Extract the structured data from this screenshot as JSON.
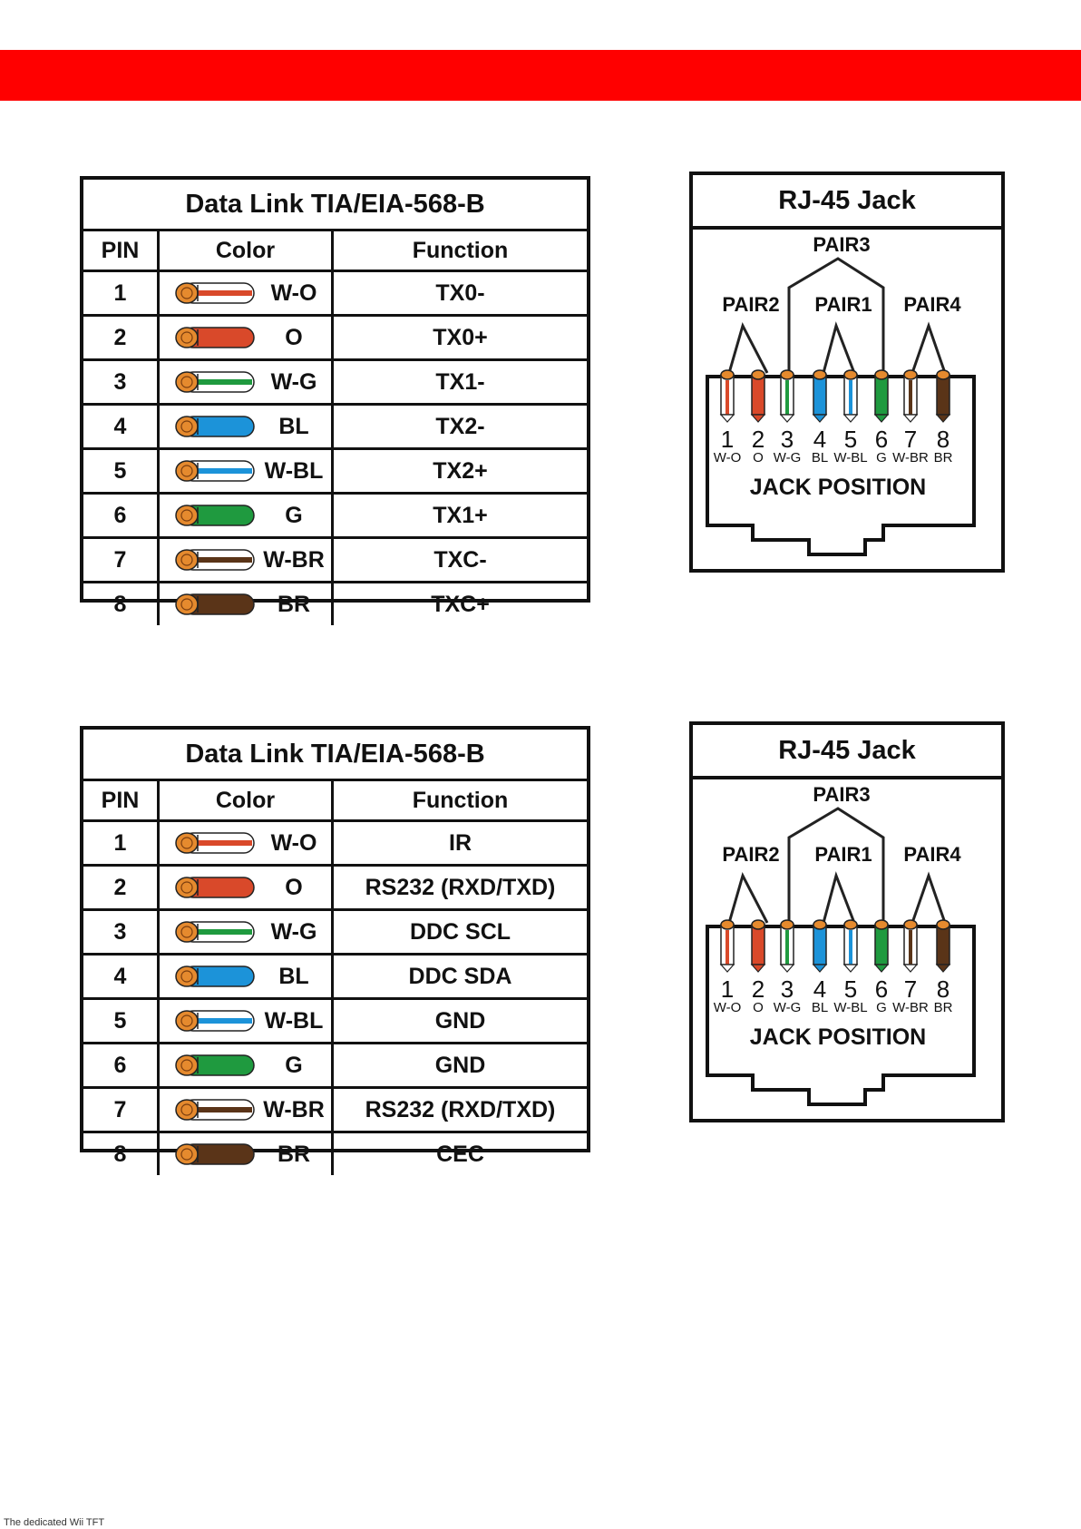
{
  "colors": {
    "band": "#ff0000",
    "orange": "#d9492a",
    "green": "#1f9a3f",
    "blue": "#1c93d9",
    "brown": "#5a3418",
    "copper": "#e58a2e"
  },
  "tables": [
    {
      "title": "Data Link TIA/EIA-568-B",
      "headers": {
        "pin": "PIN",
        "color": "Color",
        "function": "Function"
      },
      "rows": [
        {
          "pin": "1",
          "code": "W-O",
          "function": "TX0-",
          "base": "orange",
          "striped": true
        },
        {
          "pin": "2",
          "code": "O",
          "function": "TX0+",
          "base": "orange",
          "striped": false
        },
        {
          "pin": "3",
          "code": "W-G",
          "function": "TX1-",
          "base": "green",
          "striped": true
        },
        {
          "pin": "4",
          "code": "BL",
          "function": "TX2-",
          "base": "blue",
          "striped": false
        },
        {
          "pin": "5",
          "code": "W-BL",
          "function": "TX2+",
          "base": "blue",
          "striped": true
        },
        {
          "pin": "6",
          "code": "G",
          "function": "TX1+",
          "base": "green",
          "striped": false
        },
        {
          "pin": "7",
          "code": "W-BR",
          "function": "TXC-",
          "base": "brown",
          "striped": true
        },
        {
          "pin": "8",
          "code": "BR",
          "function": "TXC+",
          "base": "brown",
          "striped": false
        }
      ]
    },
    {
      "title": "Data Link TIA/EIA-568-B",
      "headers": {
        "pin": "PIN",
        "color": "Color",
        "function": "Function"
      },
      "rows": [
        {
          "pin": "1",
          "code": "W-O",
          "function": "IR",
          "base": "orange",
          "striped": true
        },
        {
          "pin": "2",
          "code": "O",
          "function": "RS232 (RXD/TXD)",
          "base": "orange",
          "striped": false
        },
        {
          "pin": "3",
          "code": "W-G",
          "function": "DDC SCL",
          "base": "green",
          "striped": true
        },
        {
          "pin": "4",
          "code": "BL",
          "function": "DDC SDA",
          "base": "blue",
          "striped": false
        },
        {
          "pin": "5",
          "code": "W-BL",
          "function": "GND",
          "base": "blue",
          "striped": true
        },
        {
          "pin": "6",
          "code": "G",
          "function": "GND",
          "base": "green",
          "striped": false
        },
        {
          "pin": "7",
          "code": "W-BR",
          "function": "RS232 (RXD/TXD)",
          "base": "brown",
          "striped": true
        },
        {
          "pin": "8",
          "code": "BR",
          "function": "CEC",
          "base": "brown",
          "striped": false
        }
      ]
    }
  ],
  "jacks": [
    {
      "title": "RJ-45 Jack",
      "pairs": [
        "PAIR2",
        "PAIR1",
        "PAIR4",
        "PAIR3"
      ],
      "pin_numbers": [
        "1",
        "2",
        "3",
        "4",
        "5",
        "6",
        "7",
        "8"
      ],
      "pin_codes": [
        "W-O",
        "O",
        "W-G",
        "BL",
        "W-BL",
        "G",
        "W-BR",
        "BR"
      ],
      "position_label": "JACK POSITION"
    },
    {
      "title": "RJ-45 Jack",
      "pairs": [
        "PAIR2",
        "PAIR1",
        "PAIR4",
        "PAIR3"
      ],
      "pin_numbers": [
        "1",
        "2",
        "3",
        "4",
        "5",
        "6",
        "7",
        "8"
      ],
      "pin_codes": [
        "W-O",
        "O",
        "W-G",
        "BL",
        "W-BL",
        "G",
        "W-BR",
        "BR"
      ],
      "position_label": "JACK POSITION"
    }
  ],
  "footer": "The dedicated Wii TFT"
}
